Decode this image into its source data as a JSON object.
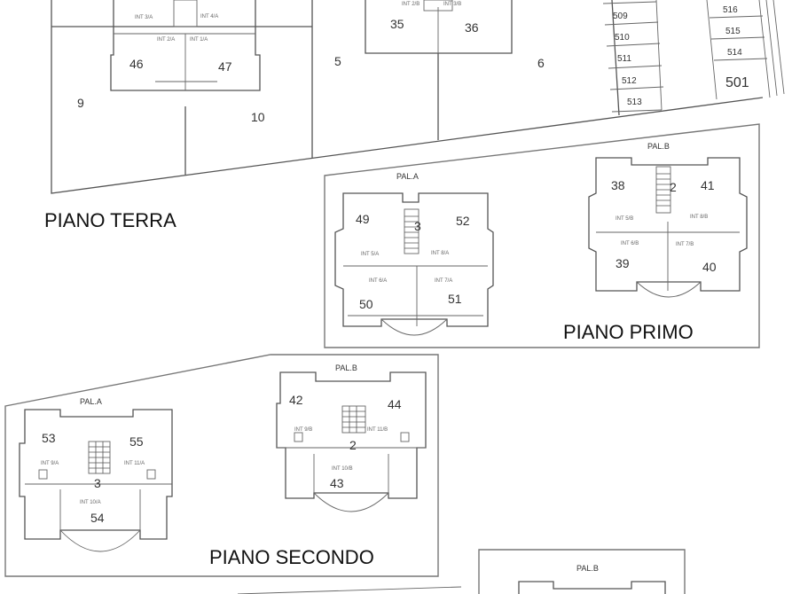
{
  "floors": {
    "terra": "PIANO TERRA",
    "primo": "PIANO PRIMO",
    "secondo": "PIANO SECONDO"
  },
  "palazzine": {
    "a": "PAL.A",
    "b": "PAL.B"
  },
  "units": {
    "u46": "46",
    "u47": "47",
    "u9": "9",
    "u10": "10",
    "u35": "35",
    "u36": "36",
    "u5": "5",
    "u6": "6",
    "u49": "49",
    "u52": "52",
    "u50": "50",
    "u51": "51",
    "s3a": "3",
    "u38": "38",
    "u41": "41",
    "u39": "39",
    "u40": "40",
    "s2a": "2",
    "u53": "53",
    "u55": "55",
    "u54": "54",
    "s3b": "3",
    "u42": "42",
    "u44": "44",
    "u43": "43",
    "s2b": "2"
  },
  "lots": {
    "l509": "509",
    "l510": "510",
    "l511": "511",
    "l512": "512",
    "l513": "513",
    "l516": "516",
    "l515": "515",
    "l514": "514",
    "l501": "501"
  },
  "interni": {
    "t1": "INT 3/A",
    "t2": "INT 4/A",
    "t3": "INT 2/A",
    "t4": "INT 1/A",
    "t5": "INT 2/B",
    "t6": "INT 3/B",
    "p1": "INT 5/A",
    "p2": "INT 8/A",
    "p3": "INT 6/A",
    "p4": "INT 7/A",
    "p5": "INT 5/B",
    "p6": "INT 8/B",
    "p7": "INT 6/B",
    "p8": "INT 7/B",
    "s1": "INT 9/A",
    "s2": "INT 11/A",
    "s3": "INT 10/A",
    "s4": "INT 9/B",
    "s5": "INT 11/B",
    "s6": "INT 10/B"
  }
}
